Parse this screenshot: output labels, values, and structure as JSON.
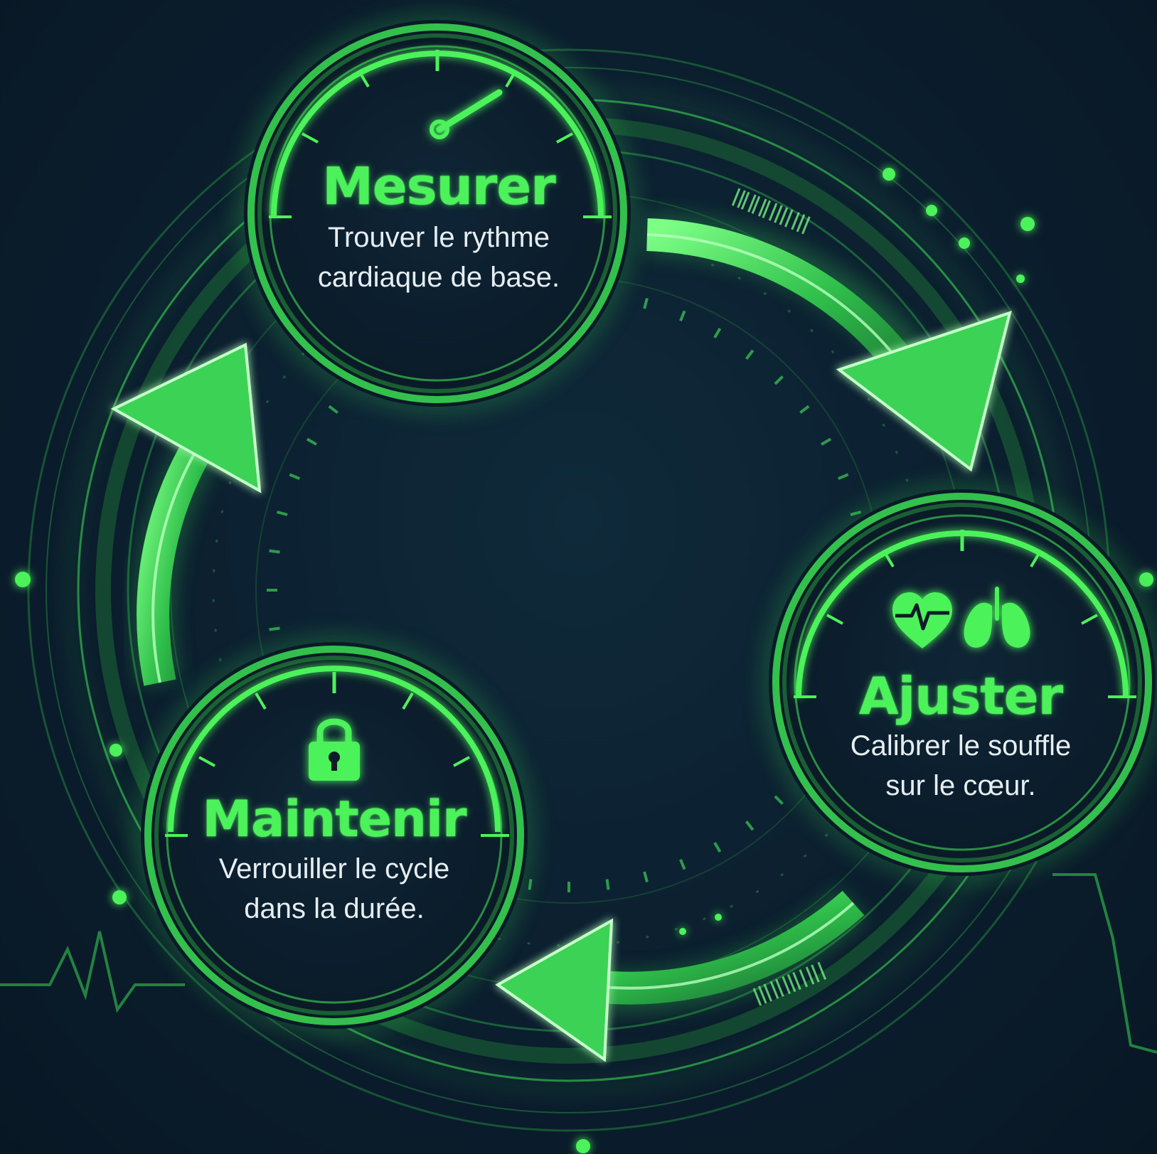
{
  "steps": [
    {
      "title": "Mesurer",
      "description_line1": "Trouver le rythme",
      "description_line2": "cardiaque de base.",
      "icon": "gauge-needle-icon"
    },
    {
      "title": "Ajuster",
      "description_line1": "Calibrer le souffle",
      "description_line2": "sur le cœur.",
      "icon": [
        "heart-pulse-icon",
        "lungs-icon"
      ]
    },
    {
      "title": "Maintenir",
      "description_line1": "Verrouiller le cycle",
      "description_line2": "dans la durée.",
      "icon": "padlock-icon"
    }
  ],
  "colors": {
    "background": "#0c1f30",
    "accent_green": "#4cf25a",
    "deep_green": "#1e7a3a",
    "text_light": "#e6eef2"
  }
}
